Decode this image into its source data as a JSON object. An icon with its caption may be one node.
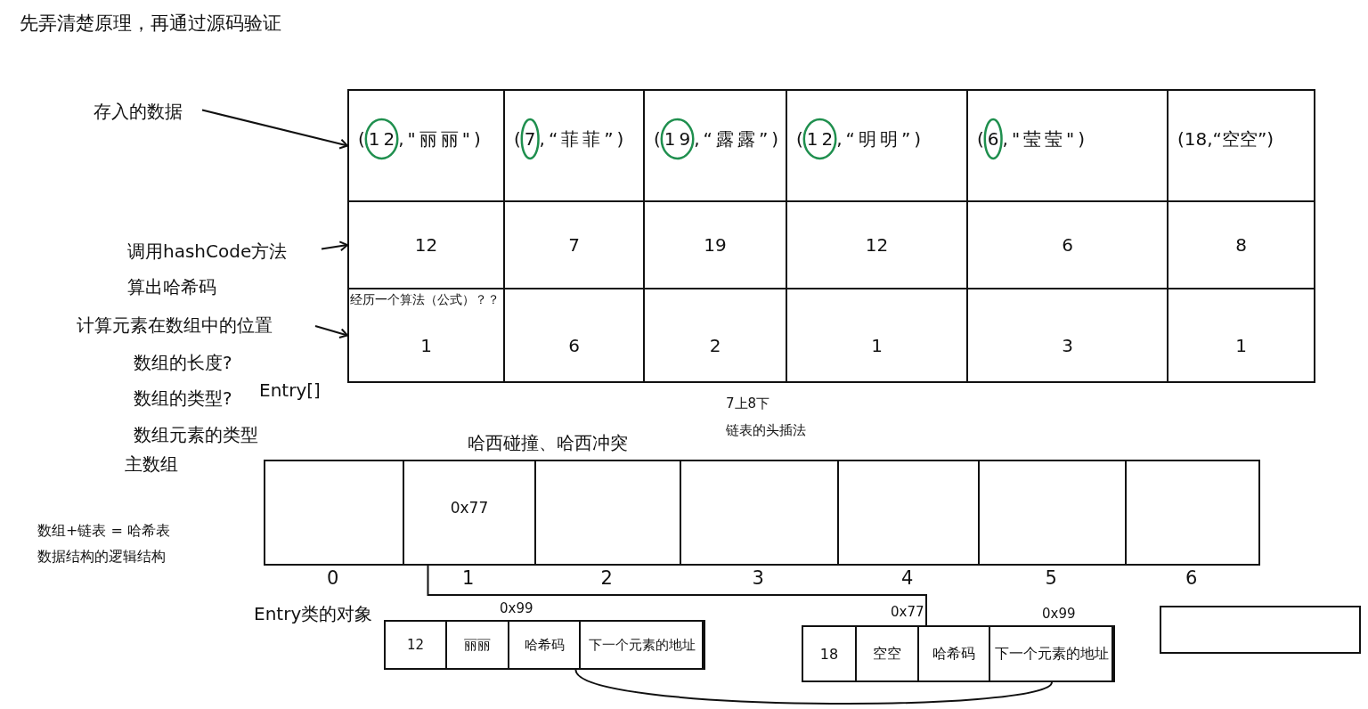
{
  "diagram": {
    "title": "先弄清楚原理，再通过源码验证",
    "nodes": [
      {
        "text": [
          "存入的数据"
        ]
      },
      {
        "text": [
          "(12,\"丽丽\")"
        ]
      },
      {
        "text": [
          "(7,“菲菲”)"
        ]
      },
      {
        "text": [
          "(19,“露露”)"
        ]
      },
      {
        "text": [
          "(12,“明明”)"
        ]
      },
      {
        "text": [
          "(6,\"莹莹\")"
        ]
      },
      {
        "text": [
          "(18,“空空”)"
        ]
      },
      {
        "text": [
          "调用hashCode方法",
          "算出哈希码"
        ]
      },
      {
        "text": [
          "12"
        ]
      },
      {
        "text": [
          "7"
        ]
      },
      {
        "text": [
          "19"
        ]
      },
      {
        "text": [
          "12"
        ]
      },
      {
        "text": [
          "6"
        ]
      },
      {
        "text": [
          "8"
        ]
      },
      {
        "text": [
          "计算元素在数组中的位置"
        ]
      },
      {
        "text": [
          "1"
        ]
      },
      {
        "text": [
          "6"
        ]
      },
      {
        "text": [
          "2"
        ]
      },
      {
        "text": [
          "1"
        ]
      },
      {
        "text": [
          "3"
        ]
      },
      {
        "text": [
          "1"
        ]
      },
      {
        "text": [],
        "shape": "box",
        "beside": [
          "0"
        ]
      },
      {
        "text": [
          "0x77"
        ],
        "beside": [
          "1"
        ]
      },
      {
        "text": [],
        "shape": "box",
        "beside": [
          "2"
        ]
      },
      {
        "text": [],
        "shape": "box",
        "beside": [
          "3"
        ]
      },
      {
        "text": [],
        "shape": "box",
        "beside": [
          "4"
        ]
      },
      {
        "text": [],
        "shape": "box",
        "beside": [
          "5"
        ]
      },
      {
        "text": [],
        "shape": "box",
        "beside": [
          "6"
        ]
      },
      {
        "text": [],
        "shape": "box",
        "beside": [
          "0x99"
        ]
      },
      {
        "text": [
          "12"
        ],
        "in": 28
      },
      {
        "text": [
          "丽丽"
        ],
        "in": 28
      },
      {
        "text": [
          "哈希码"
        ],
        "in": 28
      },
      {
        "text": [
          "下一个元素的地址"
        ],
        "in": 28
      },
      {
        "text": [],
        "shape": "box",
        "beside": [
          "0x77"
        ]
      },
      {
        "text": [
          "18"
        ],
        "in": 33
      },
      {
        "text": [
          "空空"
        ],
        "in": 33
      },
      {
        "text": [
          "哈希码"
        ],
        "in": 33
      },
      {
        "text": [
          "下一个元素的地址"
        ],
        "in": 33,
        "beside": [
          "0x99"
        ]
      },
      {
        "text": [],
        "shape": "box"
      }
    ],
    "edges": [
      {
        "from": 0,
        "to": 1,
        "arrow": "to"
      },
      {
        "from": 7,
        "to": 8,
        "arrow": "to"
      },
      {
        "from": 14,
        "to": 15,
        "arrow": "to"
      },
      {
        "from": 22,
        "to": 33,
        "arrow": "none"
      },
      {
        "from": 37,
        "to": 28,
        "arrow": "none"
      }
    ],
    "labels": [
      "经历一个算法（公式）？？",
      "数组的长度?",
      "数组的类型?",
      "Entry[]",
      "7上8下",
      "链表的头插法",
      "数组元素的类型",
      "哈西碰撞、哈西冲突",
      "主数组",
      "数组+链表 = 哈希表",
      "数据结构的逻辑结构",
      "Entry类的对象"
    ]
  }
}
